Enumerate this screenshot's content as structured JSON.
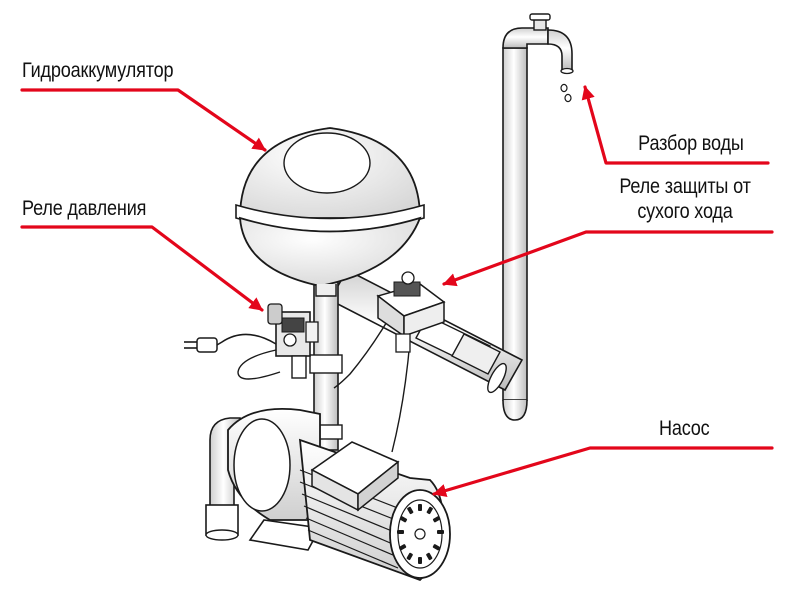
{
  "labels": {
    "accumulator": "Гидроаккумулятор",
    "pressure_relay": "Реле давления",
    "water_outlet": "Разбор воды",
    "dry_run_relay_line1": "Реле защиты от",
    "dry_run_relay_line2": "сухого хода",
    "pump": "Насос"
  },
  "colors": {
    "leader": "#e3061b",
    "outline": "#1a1a1a",
    "fill_light": "#f4f4f4",
    "fill_mid": "#d9d9d9",
    "fill_dark": "#555555"
  }
}
